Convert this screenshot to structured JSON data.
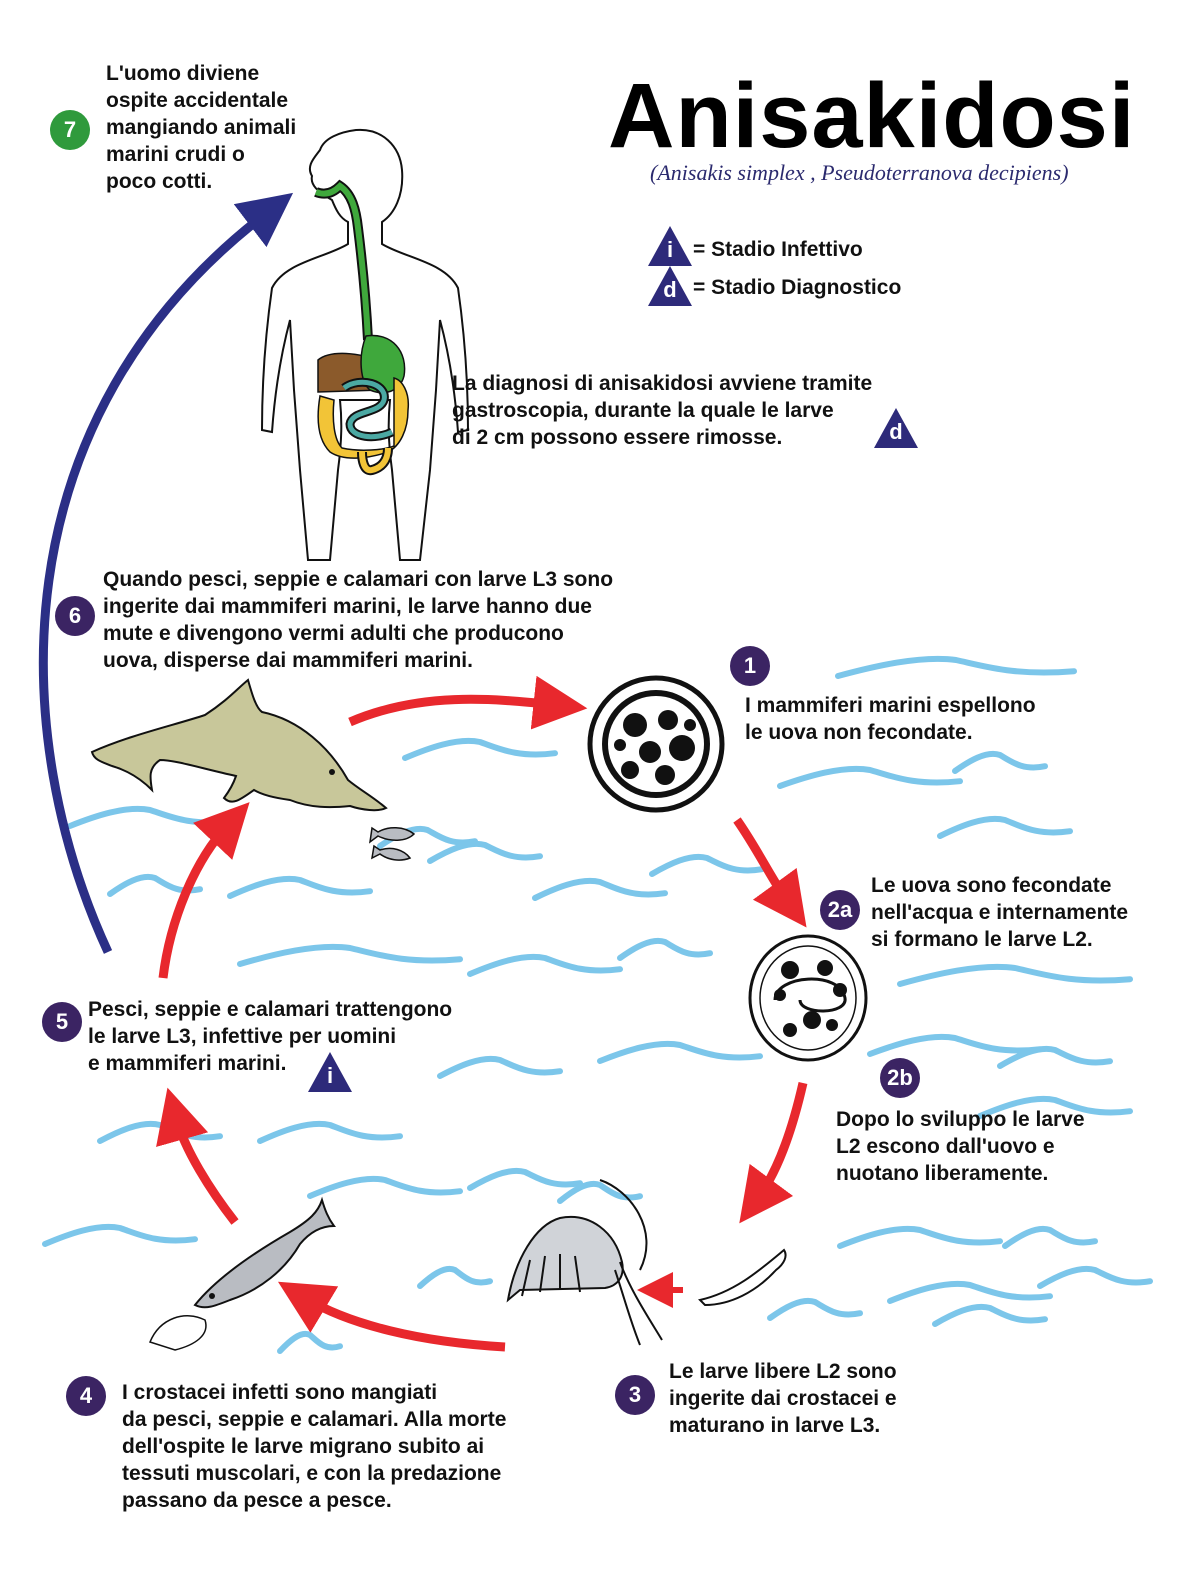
{
  "header": {
    "title": "Anisakidosi",
    "subtitle": "(Anisakis simplex , Pseudoterranova decipiens)"
  },
  "legend": {
    "infective_symbol": "i",
    "infective_label": "= Stadio Infettivo",
    "diagnostic_symbol": "d",
    "diagnostic_label": "=  Stadio Diagnostico"
  },
  "diagnosis": {
    "lines": [
      "La diagnosi di anisakidosi avviene tramite",
      "gastroscopia, durante la quale le larve",
      "di 2 cm possono essere rimosse."
    ],
    "symbol": "d"
  },
  "steps": {
    "s1": {
      "badge": "1",
      "lines": [
        "I mammiferi marini espellono",
        "le uova non fecondate."
      ]
    },
    "s2a": {
      "badge": "2a",
      "lines": [
        "Le uova sono fecondate",
        "nell'acqua e internamente",
        "si formano le larve L2."
      ]
    },
    "s2b": {
      "badge": "2b",
      "lines": [
        "Dopo lo sviluppo le larve",
        "L2 escono dall'uovo e",
        "nuotano liberamente."
      ]
    },
    "s3": {
      "badge": "3",
      "lines": [
        "Le larve libere L2 sono",
        "ingerite dai crostacei e",
        "maturano in larve L3."
      ]
    },
    "s4": {
      "badge": "4",
      "lines": [
        "I crostacei infetti sono mangiati",
        "da pesci, seppie e calamari. Alla morte",
        "dell'ospite le larve migrano subito ai",
        "tessuti muscolari, e con la predazione",
        "passano da pesce a pesce."
      ]
    },
    "s5": {
      "badge": "5",
      "lines": [
        "Pesci, seppie e calamari trattengono",
        "le larve L3, infettive per uomini",
        "e mammiferi marini."
      ],
      "symbol": "i"
    },
    "s6": {
      "badge": "6",
      "lines": [
        "Quando pesci, seppie e calamari con larve L3 sono",
        "ingerite dai mammiferi marini, le larve hanno due",
        "mute e divengono vermi adulti che producono",
        "uova, disperse dai mammiferi marini."
      ]
    },
    "s7": {
      "badge": "7",
      "lines": [
        "L'uomo diviene",
        "ospite accidentale",
        "mangiando animali",
        "marini crudi o",
        "poco cotti."
      ]
    }
  },
  "colors": {
    "cycle_arrow": "#e8282d",
    "human_arrow": "#2b2f86",
    "waves": "#7cc6ea",
    "badge": "#3b2463",
    "badge_human": "#2f9a3c",
    "symbol_triangle": "#2d2a7a",
    "dolphin": "#c8c79a",
    "fish": "#b9bcc2",
    "esophagus_stomach": "#3fa83c",
    "liver": "#8b5a2b",
    "large_intestine": "#f2c437",
    "small_intestine": "#4ba9a3"
  },
  "icons": [
    "human-body-icon",
    "dolphin-icon",
    "small-fish-icon",
    "egg-unfertilized-icon",
    "egg-embryonated-icon",
    "larva-icon",
    "crustacean-icon",
    "fish-icon",
    "wave-icon"
  ]
}
